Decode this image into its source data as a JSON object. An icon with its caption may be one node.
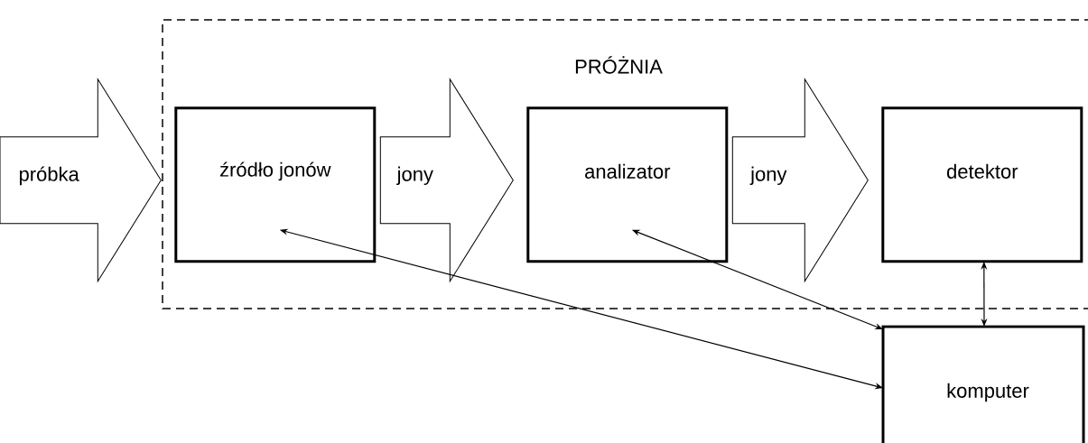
{
  "diagram": {
    "nodes": [
      {
        "text": [
          "PRÓŻNIA"
        ]
      },
      {
        "text": [
          "źródło jonów"
        ],
        "in": 0
      },
      {
        "text": [
          "analizator"
        ],
        "in": 0
      },
      {
        "text": [
          "detektor"
        ],
        "in": 0
      },
      {
        "text": [
          "komputer"
        ]
      }
    ],
    "edges": [
      {
        "from": null,
        "to": 1,
        "arrow": "to",
        "label": "próbka"
      },
      {
        "from": 1,
        "to": 2,
        "arrow": "to",
        "label": "jony"
      },
      {
        "from": 2,
        "to": 3,
        "arrow": "to",
        "label": "jony"
      },
      {
        "from": 1,
        "to": 4,
        "arrow": "both"
      },
      {
        "from": 2,
        "to": 4,
        "arrow": "both"
      },
      {
        "from": 3,
        "to": 4,
        "arrow": "both"
      }
    ]
  }
}
